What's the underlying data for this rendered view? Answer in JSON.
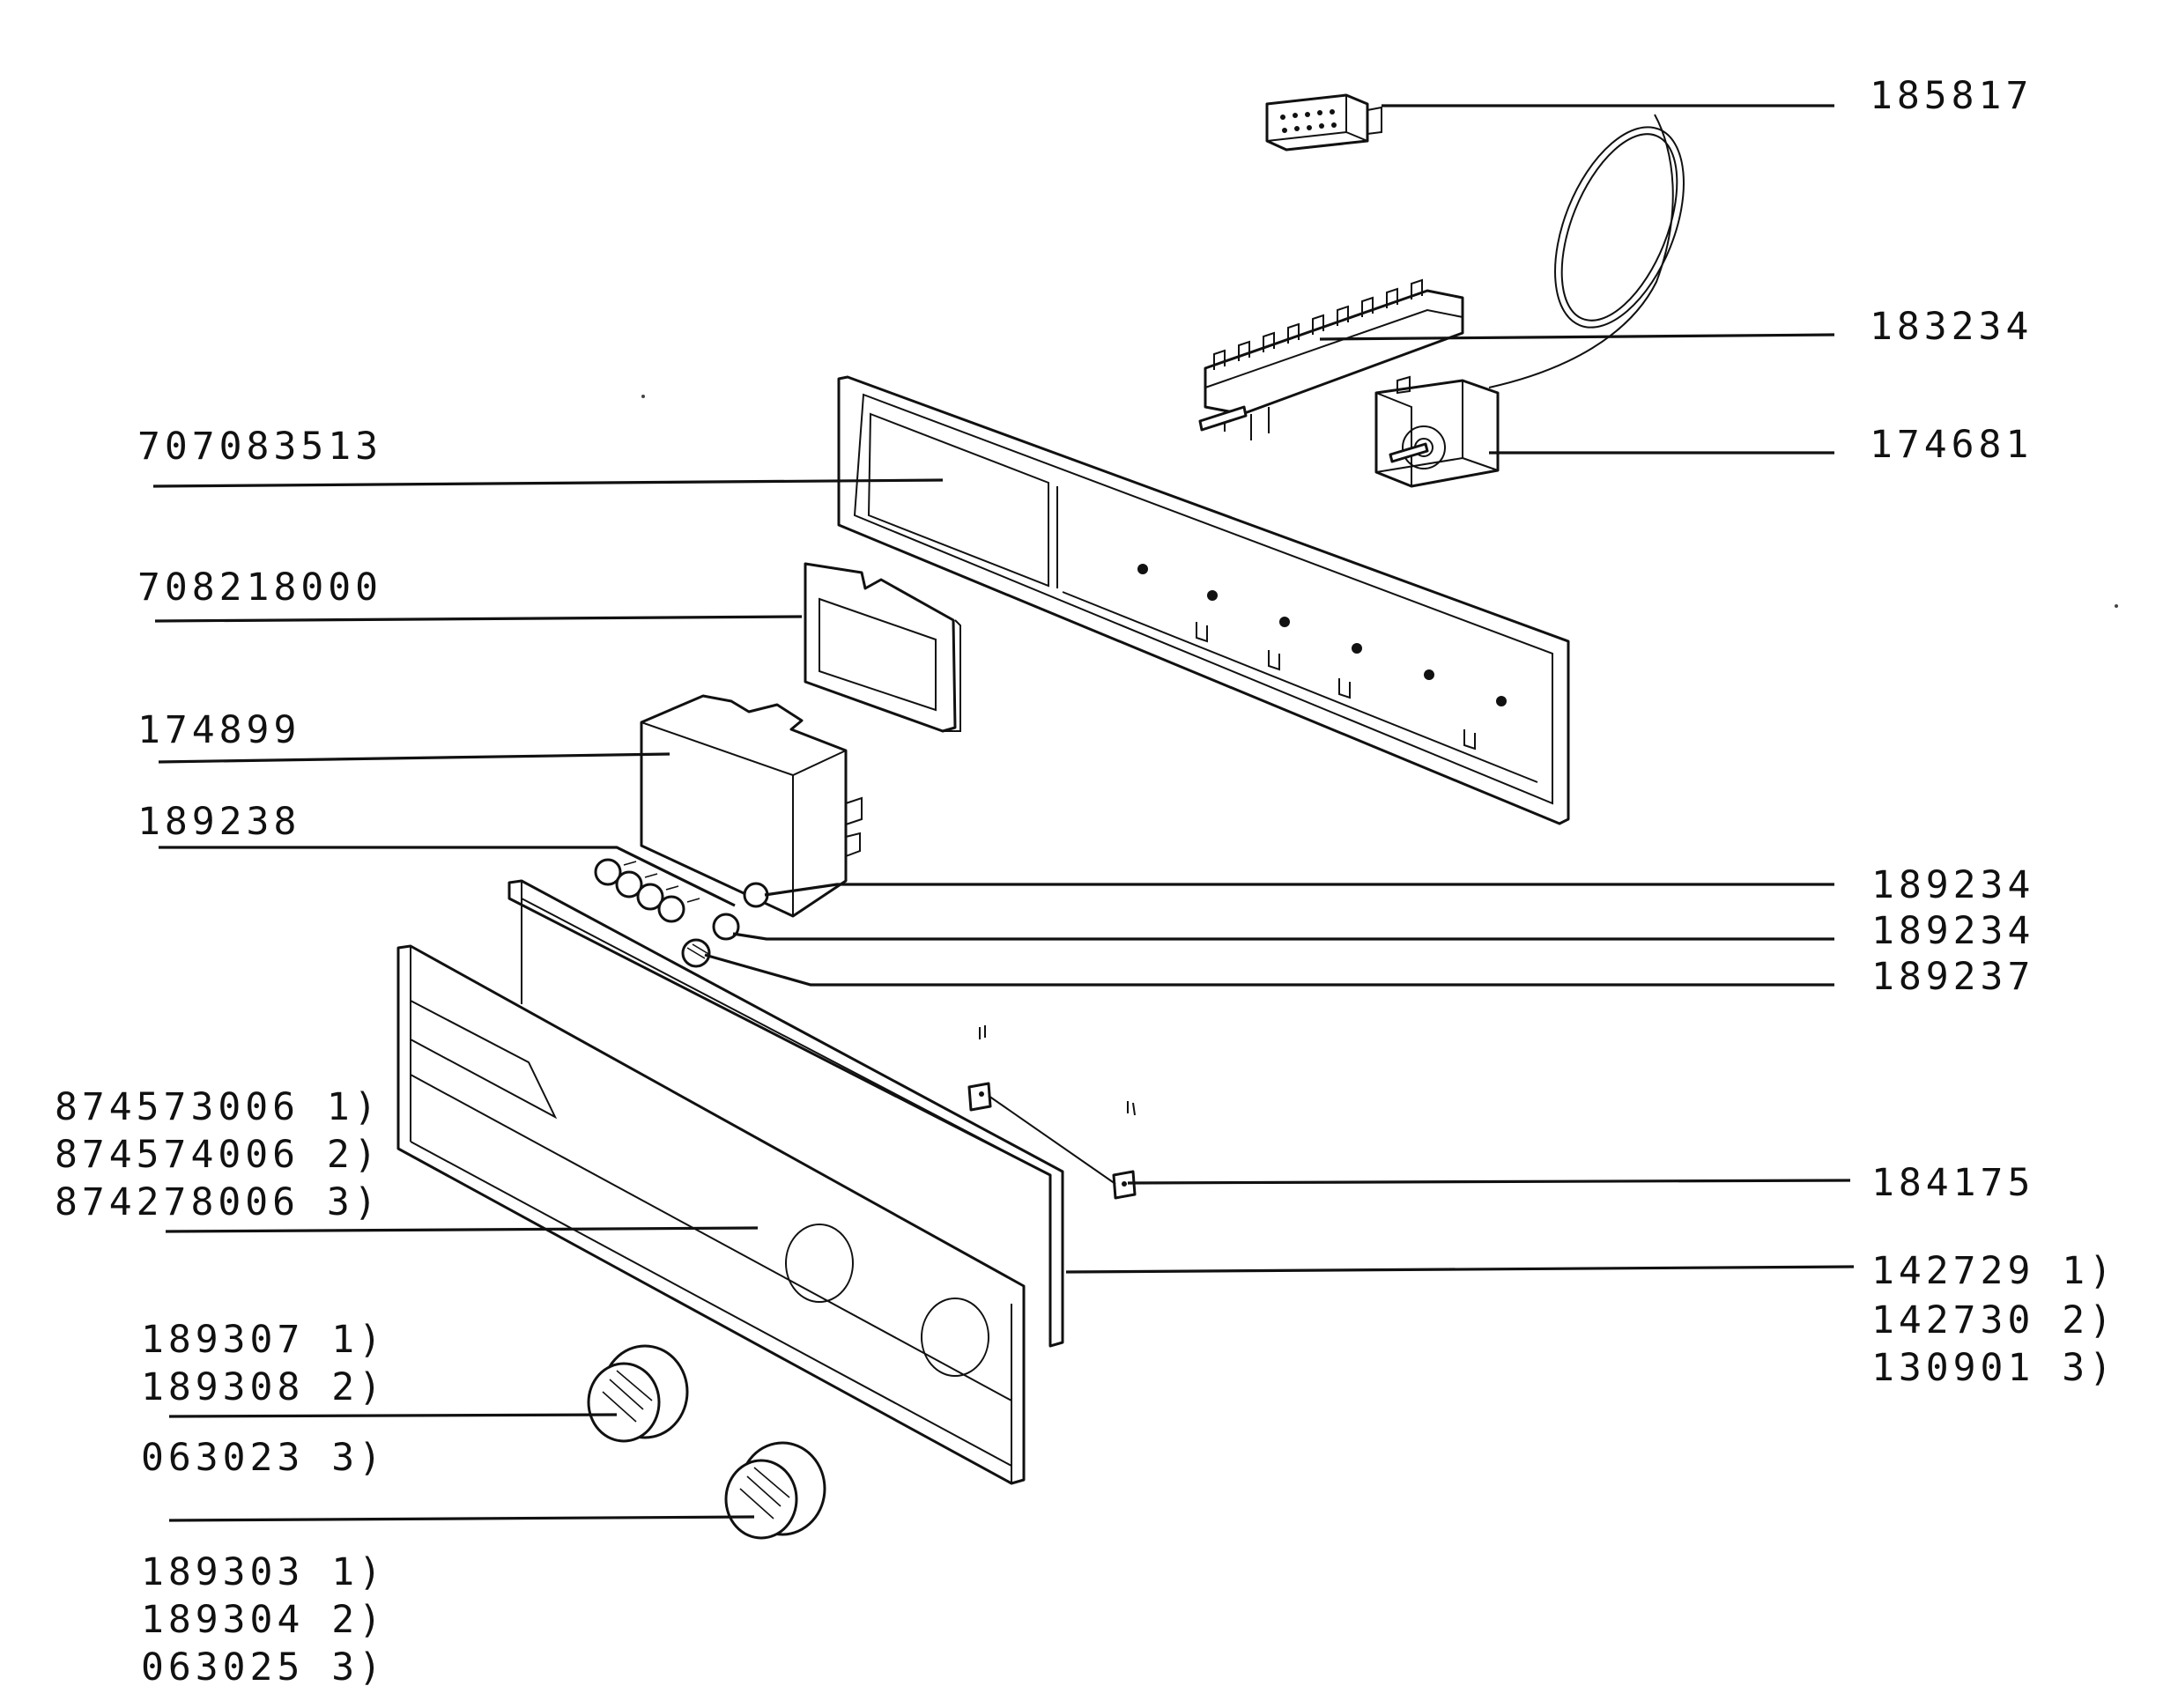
{
  "parts": {
    "connector_block": "185817",
    "terminal_strip": "183234",
    "switch_unit": "174681",
    "panel_frame": "707083513",
    "window_frame": "708218000",
    "control_housing": "174899",
    "push_buttons": "189238",
    "button_a": "189234",
    "button_b": "189234",
    "button_c": "189237",
    "clip": "184175",
    "front_panel": [
      "874573006 1)",
      "874574006 2)",
      "874278006 3)"
    ],
    "trim_strip": [
      "142729 1)",
      "142730 2)",
      "130901 3)"
    ],
    "knob_upper": [
      "189307 1)",
      "189308 2)",
      "063023 3)"
    ],
    "knob_lower": [
      "189303 1)",
      "189304 2)",
      "063025 3)"
    ]
  }
}
